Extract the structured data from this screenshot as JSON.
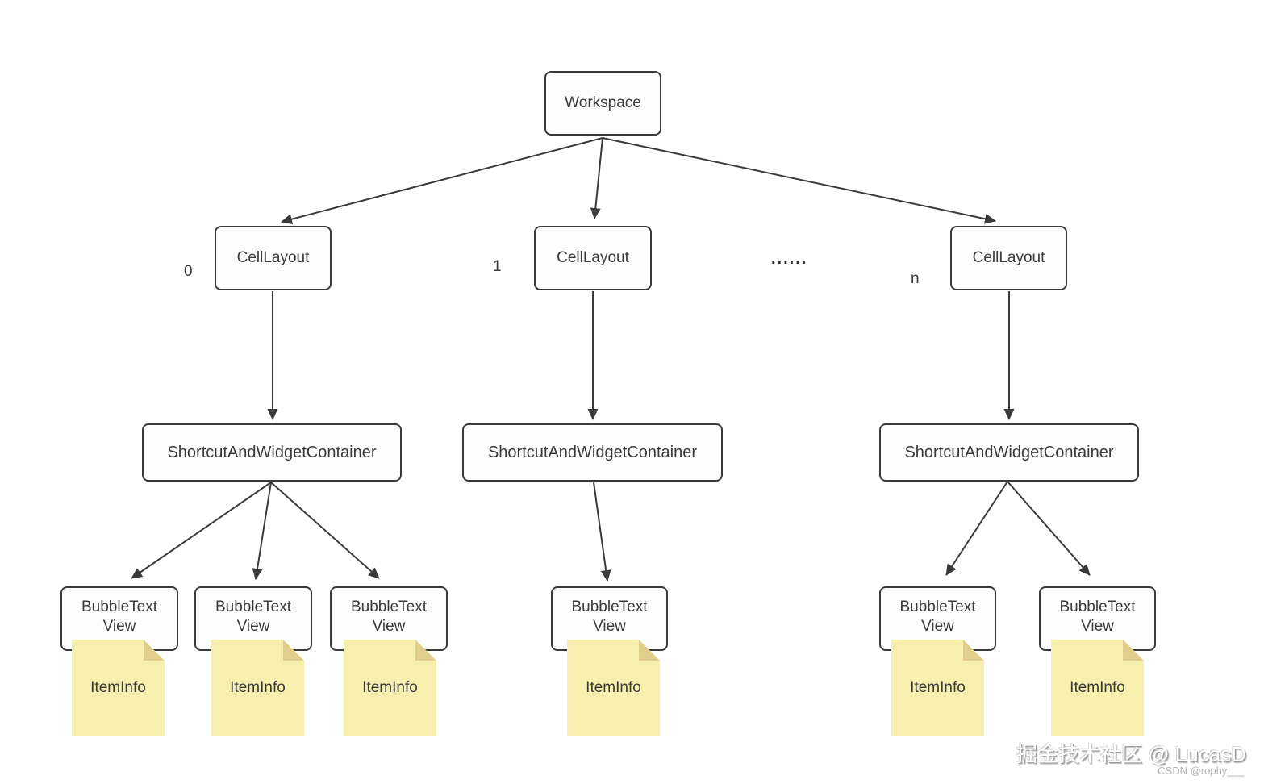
{
  "diagram": {
    "workspace": {
      "label": "Workspace"
    },
    "cell_layouts": [
      {
        "index_label": "0",
        "label": "CellLayout"
      },
      {
        "index_label": "1",
        "label": "CellLayout"
      },
      {
        "index_label": "n",
        "label": "CellLayout"
      }
    ],
    "ellipsis": "......",
    "containers": [
      {
        "label": "ShortcutAndWidgetContainer"
      },
      {
        "label": "ShortcutAndWidgetContainer"
      },
      {
        "label": "ShortcutAndWidgetContainer"
      }
    ],
    "bubble_text_views": [
      {
        "label": "BubbleText\nView"
      },
      {
        "label": "BubbleText\nView"
      },
      {
        "label": "BubbleText\nView"
      },
      {
        "label": "BubbleText\nView"
      },
      {
        "label": "BubbleText\nView"
      },
      {
        "label": "BubbleText\nView"
      }
    ],
    "item_infos": [
      {
        "label": "ItemInfo"
      },
      {
        "label": "ItemInfo"
      },
      {
        "label": "ItemInfo"
      },
      {
        "label": "ItemInfo"
      },
      {
        "label": "ItemInfo"
      },
      {
        "label": "ItemInfo"
      }
    ]
  },
  "watermark": {
    "primary": "掘金技术社区 @ LucasD",
    "secondary": "CSDN @rophy___"
  },
  "colors": {
    "background": "#ffffff",
    "box_border": "#3a3a3a",
    "box_fill": "#fdfdfd",
    "text": "#3a3a3a",
    "arrow": "#3a3a3a",
    "note_fill": "#f7efae",
    "note_fold": "#e2ce8c",
    "watermark_primary": "#ffffff",
    "watermark_secondary": "#b3b3b3"
  }
}
